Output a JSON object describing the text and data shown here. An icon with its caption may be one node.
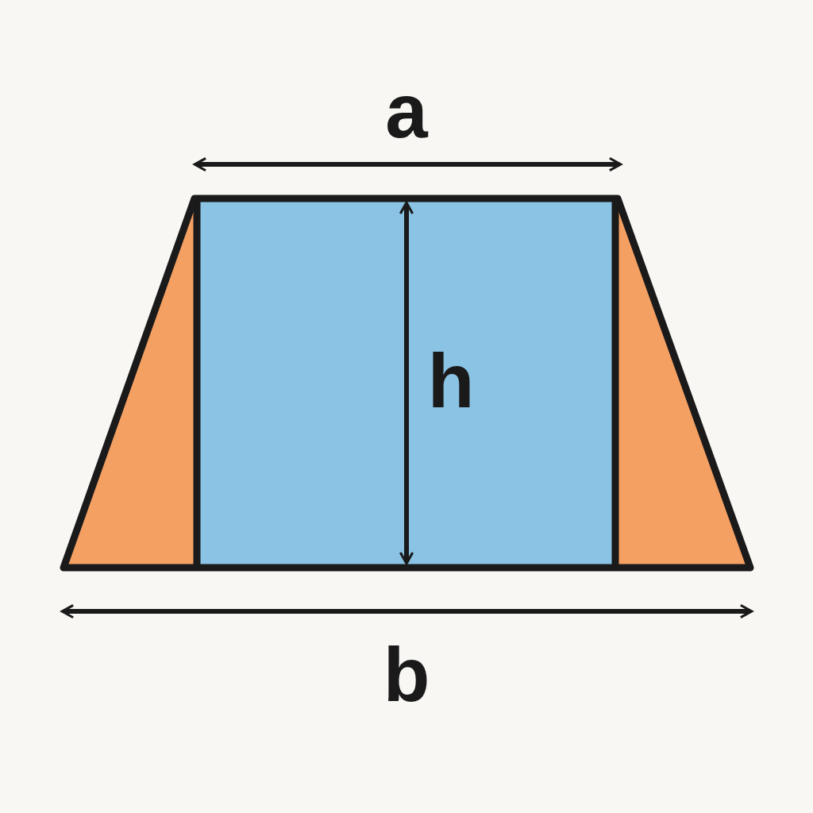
{
  "diagram": {
    "labels": [
      "a",
      "h",
      "b"
    ]
  }
}
